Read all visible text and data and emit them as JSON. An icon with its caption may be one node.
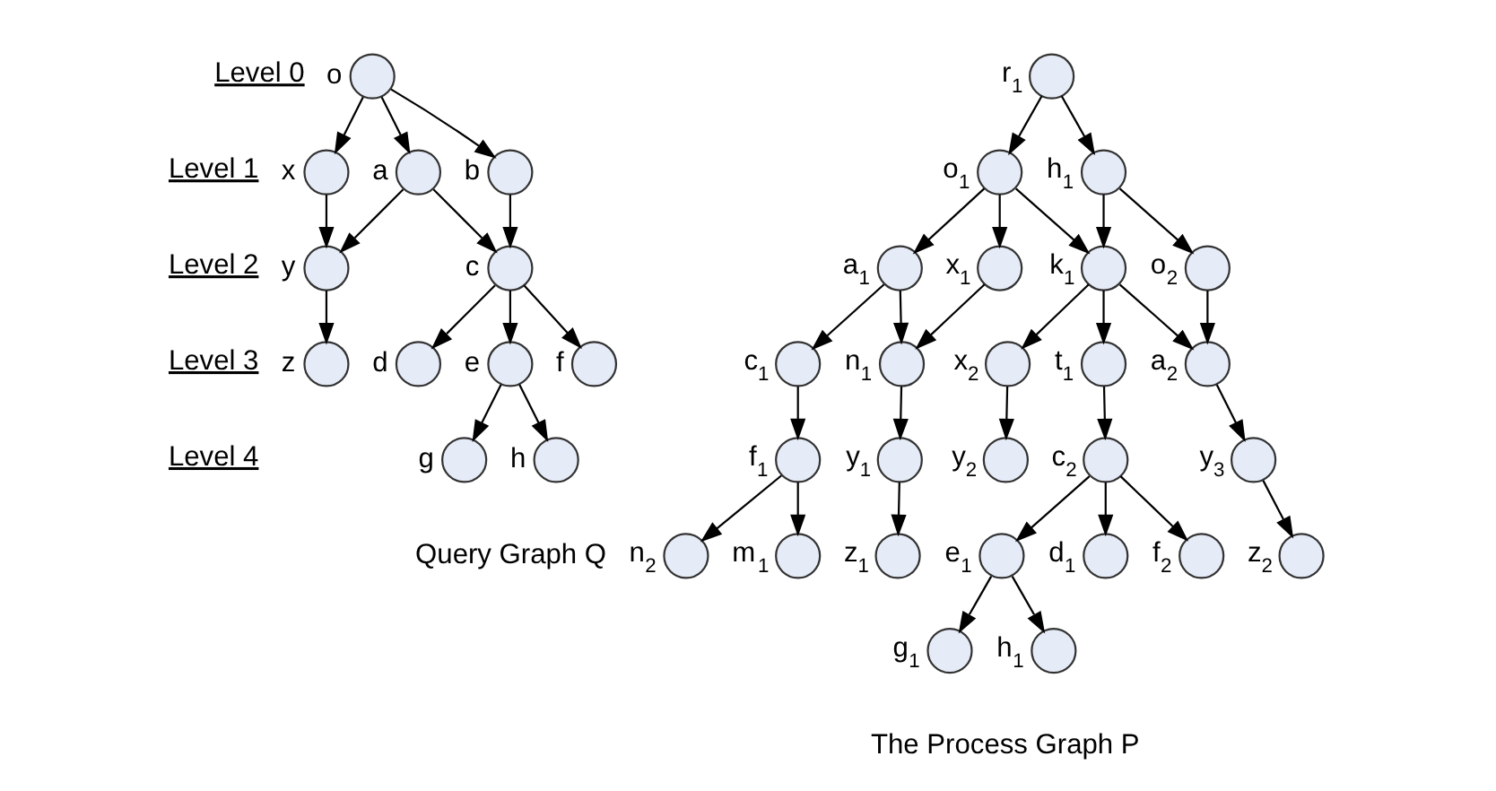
{
  "diagram": {
    "nodes": [
      {
        "text": [],
        "shape": "circle",
        "beside": [
          "o"
        ]
      },
      {
        "text": [],
        "shape": "circle",
        "beside": [
          "x"
        ]
      },
      {
        "text": [],
        "shape": "circle",
        "beside": [
          "a"
        ]
      },
      {
        "text": [],
        "shape": "circle",
        "beside": [
          "b"
        ]
      },
      {
        "text": [],
        "shape": "circle",
        "beside": [
          "y"
        ]
      },
      {
        "text": [],
        "shape": "circle",
        "beside": [
          "c"
        ]
      },
      {
        "text": [],
        "shape": "circle",
        "beside": [
          "z"
        ]
      },
      {
        "text": [],
        "shape": "circle",
        "beside": [
          "d"
        ]
      },
      {
        "text": [],
        "shape": "circle",
        "beside": [
          "e"
        ]
      },
      {
        "text": [],
        "shape": "circle",
        "beside": [
          "f"
        ]
      },
      {
        "text": [],
        "shape": "circle",
        "beside": [
          "g"
        ]
      },
      {
        "text": [],
        "shape": "circle",
        "beside": [
          "h"
        ]
      },
      {
        "text": [],
        "shape": "circle",
        "beside": [
          "r$_{1}$"
        ]
      },
      {
        "text": [],
        "shape": "circle",
        "beside": [
          "o$_{1}$"
        ]
      },
      {
        "text": [],
        "shape": "circle",
        "beside": [
          "h$_{1}$"
        ]
      },
      {
        "text": [],
        "shape": "circle",
        "beside": [
          "a$_{1}$"
        ]
      },
      {
        "text": [],
        "shape": "circle",
        "beside": [
          "x$_{1}$"
        ]
      },
      {
        "text": [],
        "shape": "circle",
        "beside": [
          "k$_{1}$"
        ]
      },
      {
        "text": [],
        "shape": "circle",
        "beside": [
          "o$_{2}$"
        ]
      },
      {
        "text": [],
        "shape": "circle",
        "beside": [
          "c$_{1}$"
        ]
      },
      {
        "text": [],
        "shape": "circle",
        "beside": [
          "n$_{1}$"
        ]
      },
      {
        "text": [],
        "shape": "circle",
        "beside": [
          "x$_{2}$"
        ]
      },
      {
        "text": [],
        "shape": "circle",
        "beside": [
          "t$_{1}$"
        ]
      },
      {
        "text": [],
        "shape": "circle",
        "beside": [
          "a$_{2}$"
        ]
      },
      {
        "text": [],
        "shape": "circle",
        "beside": [
          "f$_{1}$"
        ]
      },
      {
        "text": [],
        "shape": "circle",
        "beside": [
          "y$_{1}$"
        ]
      },
      {
        "text": [],
        "shape": "circle",
        "beside": [
          "y$_{2}$"
        ]
      },
      {
        "text": [],
        "shape": "circle",
        "beside": [
          "c$_{2}$"
        ]
      },
      {
        "text": [],
        "shape": "circle",
        "beside": [
          "y$_{3}$"
        ]
      },
      {
        "text": [],
        "shape": "circle",
        "beside": [
          "n$_{2}$"
        ]
      },
      {
        "text": [],
        "shape": "circle",
        "beside": [
          "m$_{1}$"
        ]
      },
      {
        "text": [],
        "shape": "circle",
        "beside": [
          "z$_{1}$"
        ]
      },
      {
        "text": [],
        "shape": "circle",
        "beside": [
          "e$_{1}$"
        ]
      },
      {
        "text": [],
        "shape": "circle",
        "beside": [
          "d$_{1}$"
        ]
      },
      {
        "text": [],
        "shape": "circle",
        "beside": [
          "f$_{2}$"
        ]
      },
      {
        "text": [],
        "shape": "circle",
        "beside": [
          "z$_{2}$"
        ]
      },
      {
        "text": [],
        "shape": "circle",
        "beside": [
          "g$_{1}$"
        ]
      },
      {
        "text": [],
        "shape": "circle",
        "beside": [
          "h$_{1}$"
        ]
      }
    ],
    "edges": [
      {
        "from": 0,
        "to": 1,
        "arrow": "to"
      },
      {
        "from": 0,
        "to": 2,
        "arrow": "to"
      },
      {
        "from": 0,
        "to": 3,
        "arrow": "to"
      },
      {
        "from": 1,
        "to": 4,
        "arrow": "to"
      },
      {
        "from": 2,
        "to": 4,
        "arrow": "to"
      },
      {
        "from": 2,
        "to": 5,
        "arrow": "to"
      },
      {
        "from": 3,
        "to": 5,
        "arrow": "to"
      },
      {
        "from": 4,
        "to": 6,
        "arrow": "to"
      },
      {
        "from": 5,
        "to": 7,
        "arrow": "to"
      },
      {
        "from": 5,
        "to": 8,
        "arrow": "to"
      },
      {
        "from": 5,
        "to": 9,
        "arrow": "to"
      },
      {
        "from": 8,
        "to": 10,
        "arrow": "to"
      },
      {
        "from": 8,
        "to": 11,
        "arrow": "to"
      },
      {
        "from": 12,
        "to": 13,
        "arrow": "to"
      },
      {
        "from": 12,
        "to": 14,
        "arrow": "to"
      },
      {
        "from": 13,
        "to": 15,
        "arrow": "to"
      },
      {
        "from": 13,
        "to": 16,
        "arrow": "to"
      },
      {
        "from": 13,
        "to": 17,
        "arrow": "to"
      },
      {
        "from": 14,
        "to": 17,
        "arrow": "to"
      },
      {
        "from": 14,
        "to": 18,
        "arrow": "to"
      },
      {
        "from": 15,
        "to": 19,
        "arrow": "to"
      },
      {
        "from": 15,
        "to": 20,
        "arrow": "to"
      },
      {
        "from": 16,
        "to": 20,
        "arrow": "to"
      },
      {
        "from": 17,
        "to": 21,
        "arrow": "to"
      },
      {
        "from": 17,
        "to": 22,
        "arrow": "to"
      },
      {
        "from": 17,
        "to": 23,
        "arrow": "to"
      },
      {
        "from": 18,
        "to": 23,
        "arrow": "to"
      },
      {
        "from": 19,
        "to": 24,
        "arrow": "to"
      },
      {
        "from": 20,
        "to": 25,
        "arrow": "to"
      },
      {
        "from": 21,
        "to": 26,
        "arrow": "to"
      },
      {
        "from": 22,
        "to": 27,
        "arrow": "to"
      },
      {
        "from": 23,
        "to": 28,
        "arrow": "to"
      },
      {
        "from": 24,
        "to": 29,
        "arrow": "to"
      },
      {
        "from": 24,
        "to": 30,
        "arrow": "to"
      },
      {
        "from": 25,
        "to": 31,
        "arrow": "to"
      },
      {
        "from": 27,
        "to": 32,
        "arrow": "to"
      },
      {
        "from": 27,
        "to": 33,
        "arrow": "to"
      },
      {
        "from": 27,
        "to": 34,
        "arrow": "to"
      },
      {
        "from": 28,
        "to": 35,
        "arrow": "to"
      },
      {
        "from": 32,
        "to": 36,
        "arrow": "to"
      },
      {
        "from": 32,
        "to": 37,
        "arrow": "to"
      }
    ],
    "labels": [
      "Level 0",
      "Level 1",
      "Level 2",
      "Level 3",
      "Level 4",
      "Query Graph Q",
      "The Process Graph P"
    ]
  }
}
